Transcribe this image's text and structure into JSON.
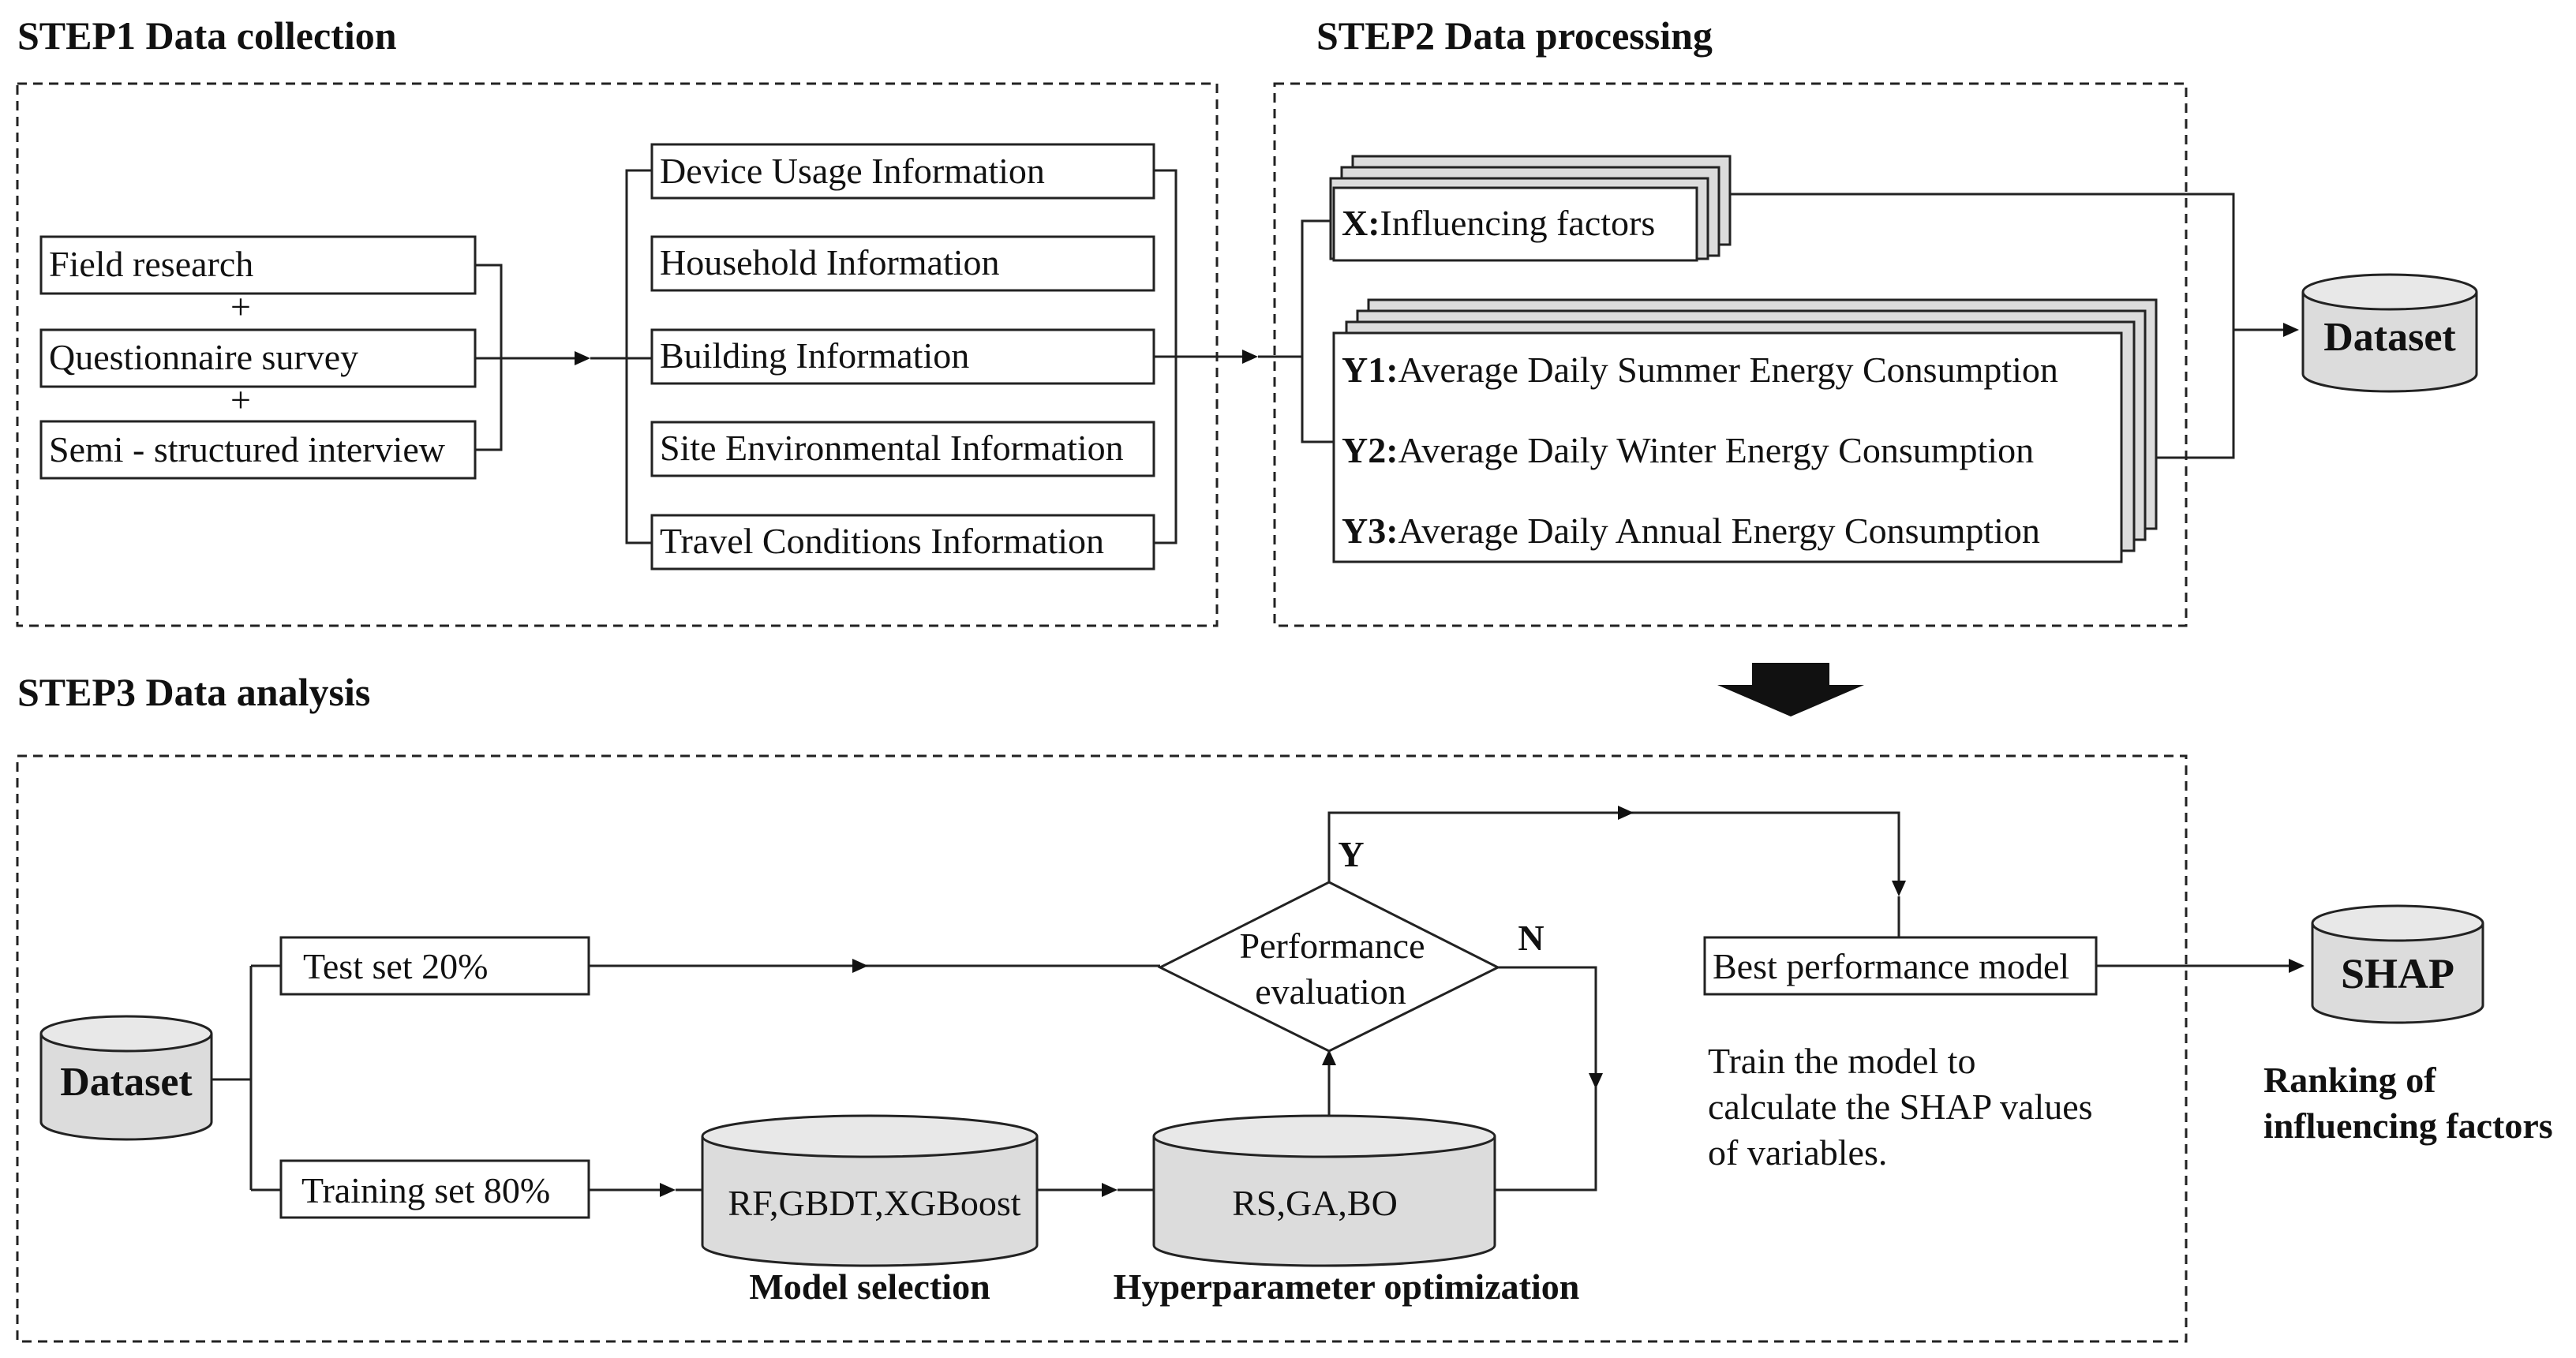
{
  "colors": {
    "panel_gray": "#f6f6f8",
    "panel_pink": "#fdeeee",
    "box_fill": "#ffffff",
    "shape_gray": "#dcdcdc",
    "line": "#222222"
  },
  "step1": {
    "title": "STEP1 Data collection",
    "methods": [
      "Field research",
      "Questionnaire survey",
      "Semi - structured interview"
    ],
    "plus": "+",
    "info": [
      "Device Usage Information",
      "Household Information",
      "Building Information",
      "Site Environmental Information",
      "Travel Conditions Information"
    ]
  },
  "step2": {
    "title": "STEP2 Data processing",
    "x_prefix": "X:",
    "x_text": "Influencing factors",
    "y_items": [
      {
        "prefix": "Y1:",
        "text": "Average Daily Summer Energy Consumption"
      },
      {
        "prefix": "Y2:",
        "text": "Average Daily Winter Energy Consumption"
      },
      {
        "prefix": "Y3:",
        "text": "Average Daily Annual Energy Consumption"
      }
    ],
    "dataset": "Dataset"
  },
  "step3": {
    "title": "STEP3 Data analysis",
    "dataset": "Dataset",
    "test_set": "Test set 20%",
    "training_set": "Training set 80%",
    "models": "RF,GBDT,XGBoost",
    "model_selection": "Model selection",
    "optimizers": "RS,GA,BO",
    "hyperparameter": "Hyperparameter optimization",
    "decision_line1": "Performance",
    "decision_line2": "evaluation",
    "yes": "Y",
    "no": "N",
    "best_model": "Best performance model",
    "train_note": [
      "Train the model to",
      "calculate the SHAP values",
      "of variables."
    ],
    "shap": "SHAP",
    "ranking": [
      "Ranking of",
      "influencing factors"
    ]
  }
}
